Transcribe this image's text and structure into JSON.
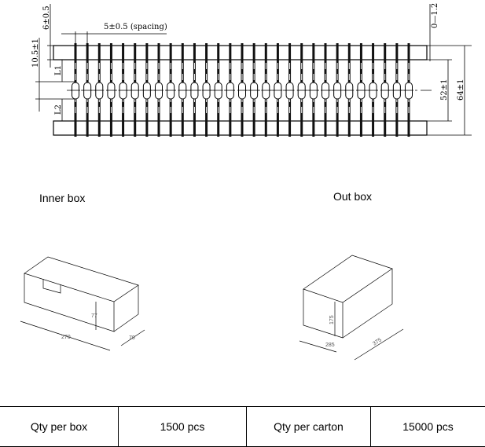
{
  "drawing": {
    "lead_count": 29,
    "dims": {
      "top_offset": "6±0.5",
      "spacing": "5±0.5 (spacing)",
      "center_offset": "10.5±1",
      "l1": "L1",
      "l2": "L2",
      "tolerance": "0—1.2",
      "inner_width": "52±1",
      "outer_width": "64±1"
    }
  },
  "inner_box": {
    "title": "Inner box",
    "length": "270",
    "width": "70",
    "height": "77"
  },
  "out_box": {
    "title": "Out box",
    "length": "375",
    "width": "285",
    "height": "175"
  },
  "table": {
    "qty_box_label": "Qty per box",
    "qty_box_value": "1500  pcs",
    "qty_carton_label": "Qty per carton",
    "qty_carton_value": "15000 pcs"
  }
}
